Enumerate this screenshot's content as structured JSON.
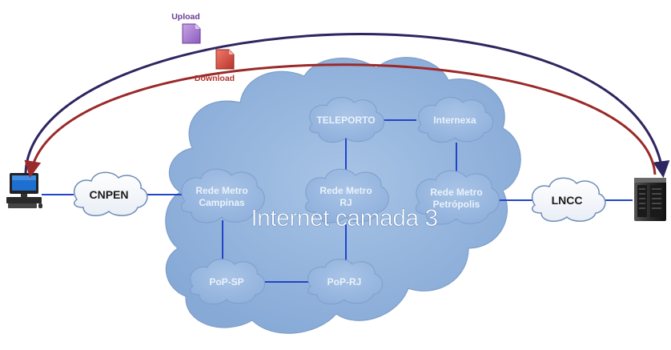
{
  "flows": {
    "upload": {
      "label": "Upload",
      "color": "#2e2660",
      "label_color": "#6b3b95"
    },
    "download": {
      "label": "Download",
      "color": "#9b2a2a",
      "label_color": "#b2342c"
    }
  },
  "internet_cloud": {
    "label": "Internet camada 3",
    "fill": "#95b5dd"
  },
  "endpoints": {
    "left": {
      "name": "CNPEN"
    },
    "right": {
      "name": "LNCC"
    }
  },
  "nodes": {
    "teleporto": "TELEPORTO",
    "internexa": "Internexa",
    "metro_campinas_1": "Rede Metro",
    "metro_campinas_2": "Campinas",
    "metro_rj_1": "Rede Metro",
    "metro_rj_2": "RJ",
    "metro_petropolis_1": "Rede Metro",
    "metro_petropolis_2": "Petrópolis",
    "pop_sp": "PoP-SP",
    "pop_rj": "PoP-RJ"
  },
  "colors": {
    "link": "#2244c8",
    "cloud_small_stroke": "#6e8cb8",
    "server_body": "#333333"
  }
}
